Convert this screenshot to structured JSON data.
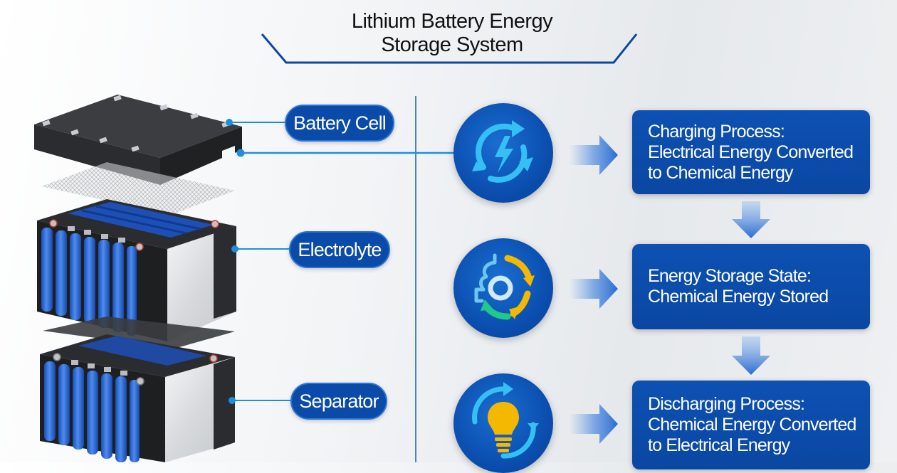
{
  "title": {
    "line1": "Lithium Battery Energy",
    "line2": "Storage System"
  },
  "components": [
    {
      "label": "Battery Cell"
    },
    {
      "label": "Electrolyte"
    },
    {
      "label": "Separator"
    }
  ],
  "processes": [
    {
      "icon": "charging-cycle-lightning-icon",
      "lines": [
        "Charging Process:",
        "Electrical Energy Converted",
        "to Chemical Energy"
      ]
    },
    {
      "icon": "energy-storage-cycle-icon",
      "lines": [
        "Energy Storage State:",
        "Chemical Energy Stored"
      ]
    },
    {
      "icon": "discharging-lightbulb-cycle-icon",
      "lines": [
        "Discharging Process:",
        "Chemical Energy Converted",
        "to Electrical Energy"
      ]
    }
  ],
  "colors": {
    "primary_blue": "#0a4aa8",
    "accent_cyan": "#35c0f5",
    "connector_blue": "#1f8ee0",
    "yellow": "#f5b800",
    "green": "#1fc98a",
    "cell_blue": "#2f6fd8",
    "casing_dark": "#2a2c2f"
  }
}
